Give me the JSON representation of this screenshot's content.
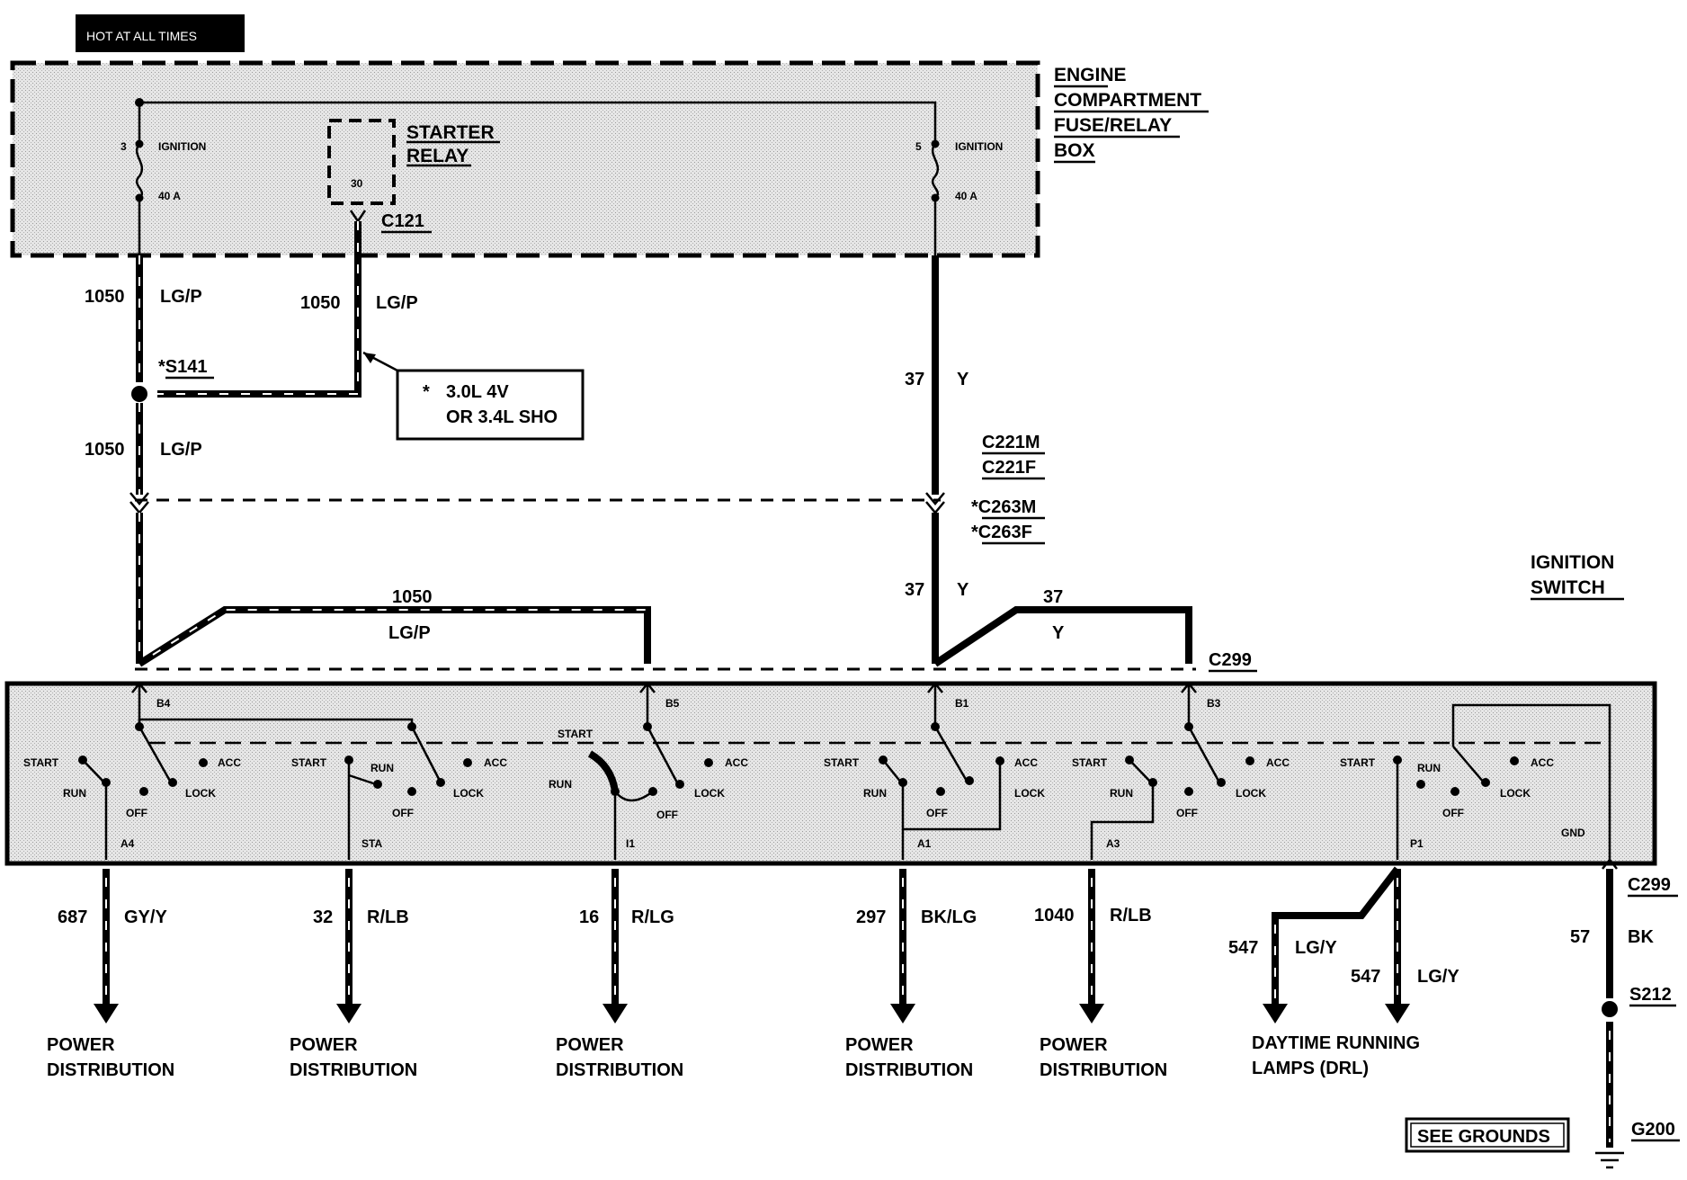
{
  "header": {
    "hot_label": "HOT AT ALL TIMES"
  },
  "fuse_box": {
    "title_lines": [
      "ENGINE",
      "COMPARTMENT",
      "FUSE/RELAY",
      "BOX"
    ],
    "fuse_left": {
      "num": "3",
      "name": "IGNITION",
      "rating": "40 A"
    },
    "fuse_right": {
      "num": "5",
      "name": "IGNITION",
      "rating": "40 A"
    },
    "relay": {
      "lines": [
        "STARTER",
        "RELAY"
      ],
      "pin": "30",
      "connector": "C121"
    }
  },
  "wires": {
    "w1050_a": {
      "num": "1050",
      "color": "LG/P"
    },
    "w1050_b": {
      "num": "1050",
      "color": "LG/P"
    },
    "w1050_c": {
      "num": "1050",
      "color": "LG/P"
    },
    "w1050_d": {
      "num": "1050",
      "color": "LG/P"
    },
    "w37_a": {
      "num": "37",
      "color": "Y"
    },
    "w37_b": {
      "num": "37",
      "color": "Y"
    },
    "w37_c": {
      "num": "37",
      "color": "Y"
    }
  },
  "splice_s141": "*S141",
  "note_box": {
    "star": "*",
    "line1": "3.0L  4V",
    "line2": "OR 3.4L SHO"
  },
  "connectors": {
    "c221m": "C221M",
    "c221f": "C221F",
    "c263m": "*C263M",
    "c263f": "*C263F",
    "c299_top": "C299",
    "c299_right": "C299"
  },
  "ignition_switch": {
    "title_lines": [
      "IGNITION",
      "SWITCH"
    ],
    "top_pins": [
      "B4",
      "B5",
      "B1",
      "B3"
    ],
    "bottom_pins": [
      "A4",
      "STA",
      "I1",
      "A1",
      "A3",
      "P1",
      "GND"
    ],
    "positions": {
      "start": "START",
      "run": "RUN",
      "off": "OFF",
      "acc": "ACC",
      "lock": "LOCK"
    }
  },
  "outputs": [
    {
      "num": "687",
      "color": "GY/Y",
      "dest": [
        "POWER",
        "DISTRIBUTION"
      ]
    },
    {
      "num": "32",
      "color": "R/LB",
      "dest": [
        "POWER",
        "DISTRIBUTION"
      ]
    },
    {
      "num": "16",
      "color": "R/LG",
      "dest": [
        "POWER",
        "DISTRIBUTION"
      ]
    },
    {
      "num": "297",
      "color": "BK/LG",
      "dest": [
        "POWER",
        "DISTRIBUTION"
      ]
    },
    {
      "num": "1040",
      "color": "R/LB",
      "dest": [
        "POWER",
        "DISTRIBUTION"
      ]
    },
    {
      "num": "547",
      "color": "LG/Y",
      "dest": [
        "DAYTIME RUNNING",
        "LAMPS (DRL)"
      ]
    },
    {
      "num": "547",
      "color": "LG/Y",
      "dest": []
    },
    {
      "num": "57",
      "color": "BK",
      "dest": []
    }
  ],
  "ground": {
    "splice": "S212",
    "ground_id": "G200",
    "see_grounds": "SEE GROUNDS"
  }
}
